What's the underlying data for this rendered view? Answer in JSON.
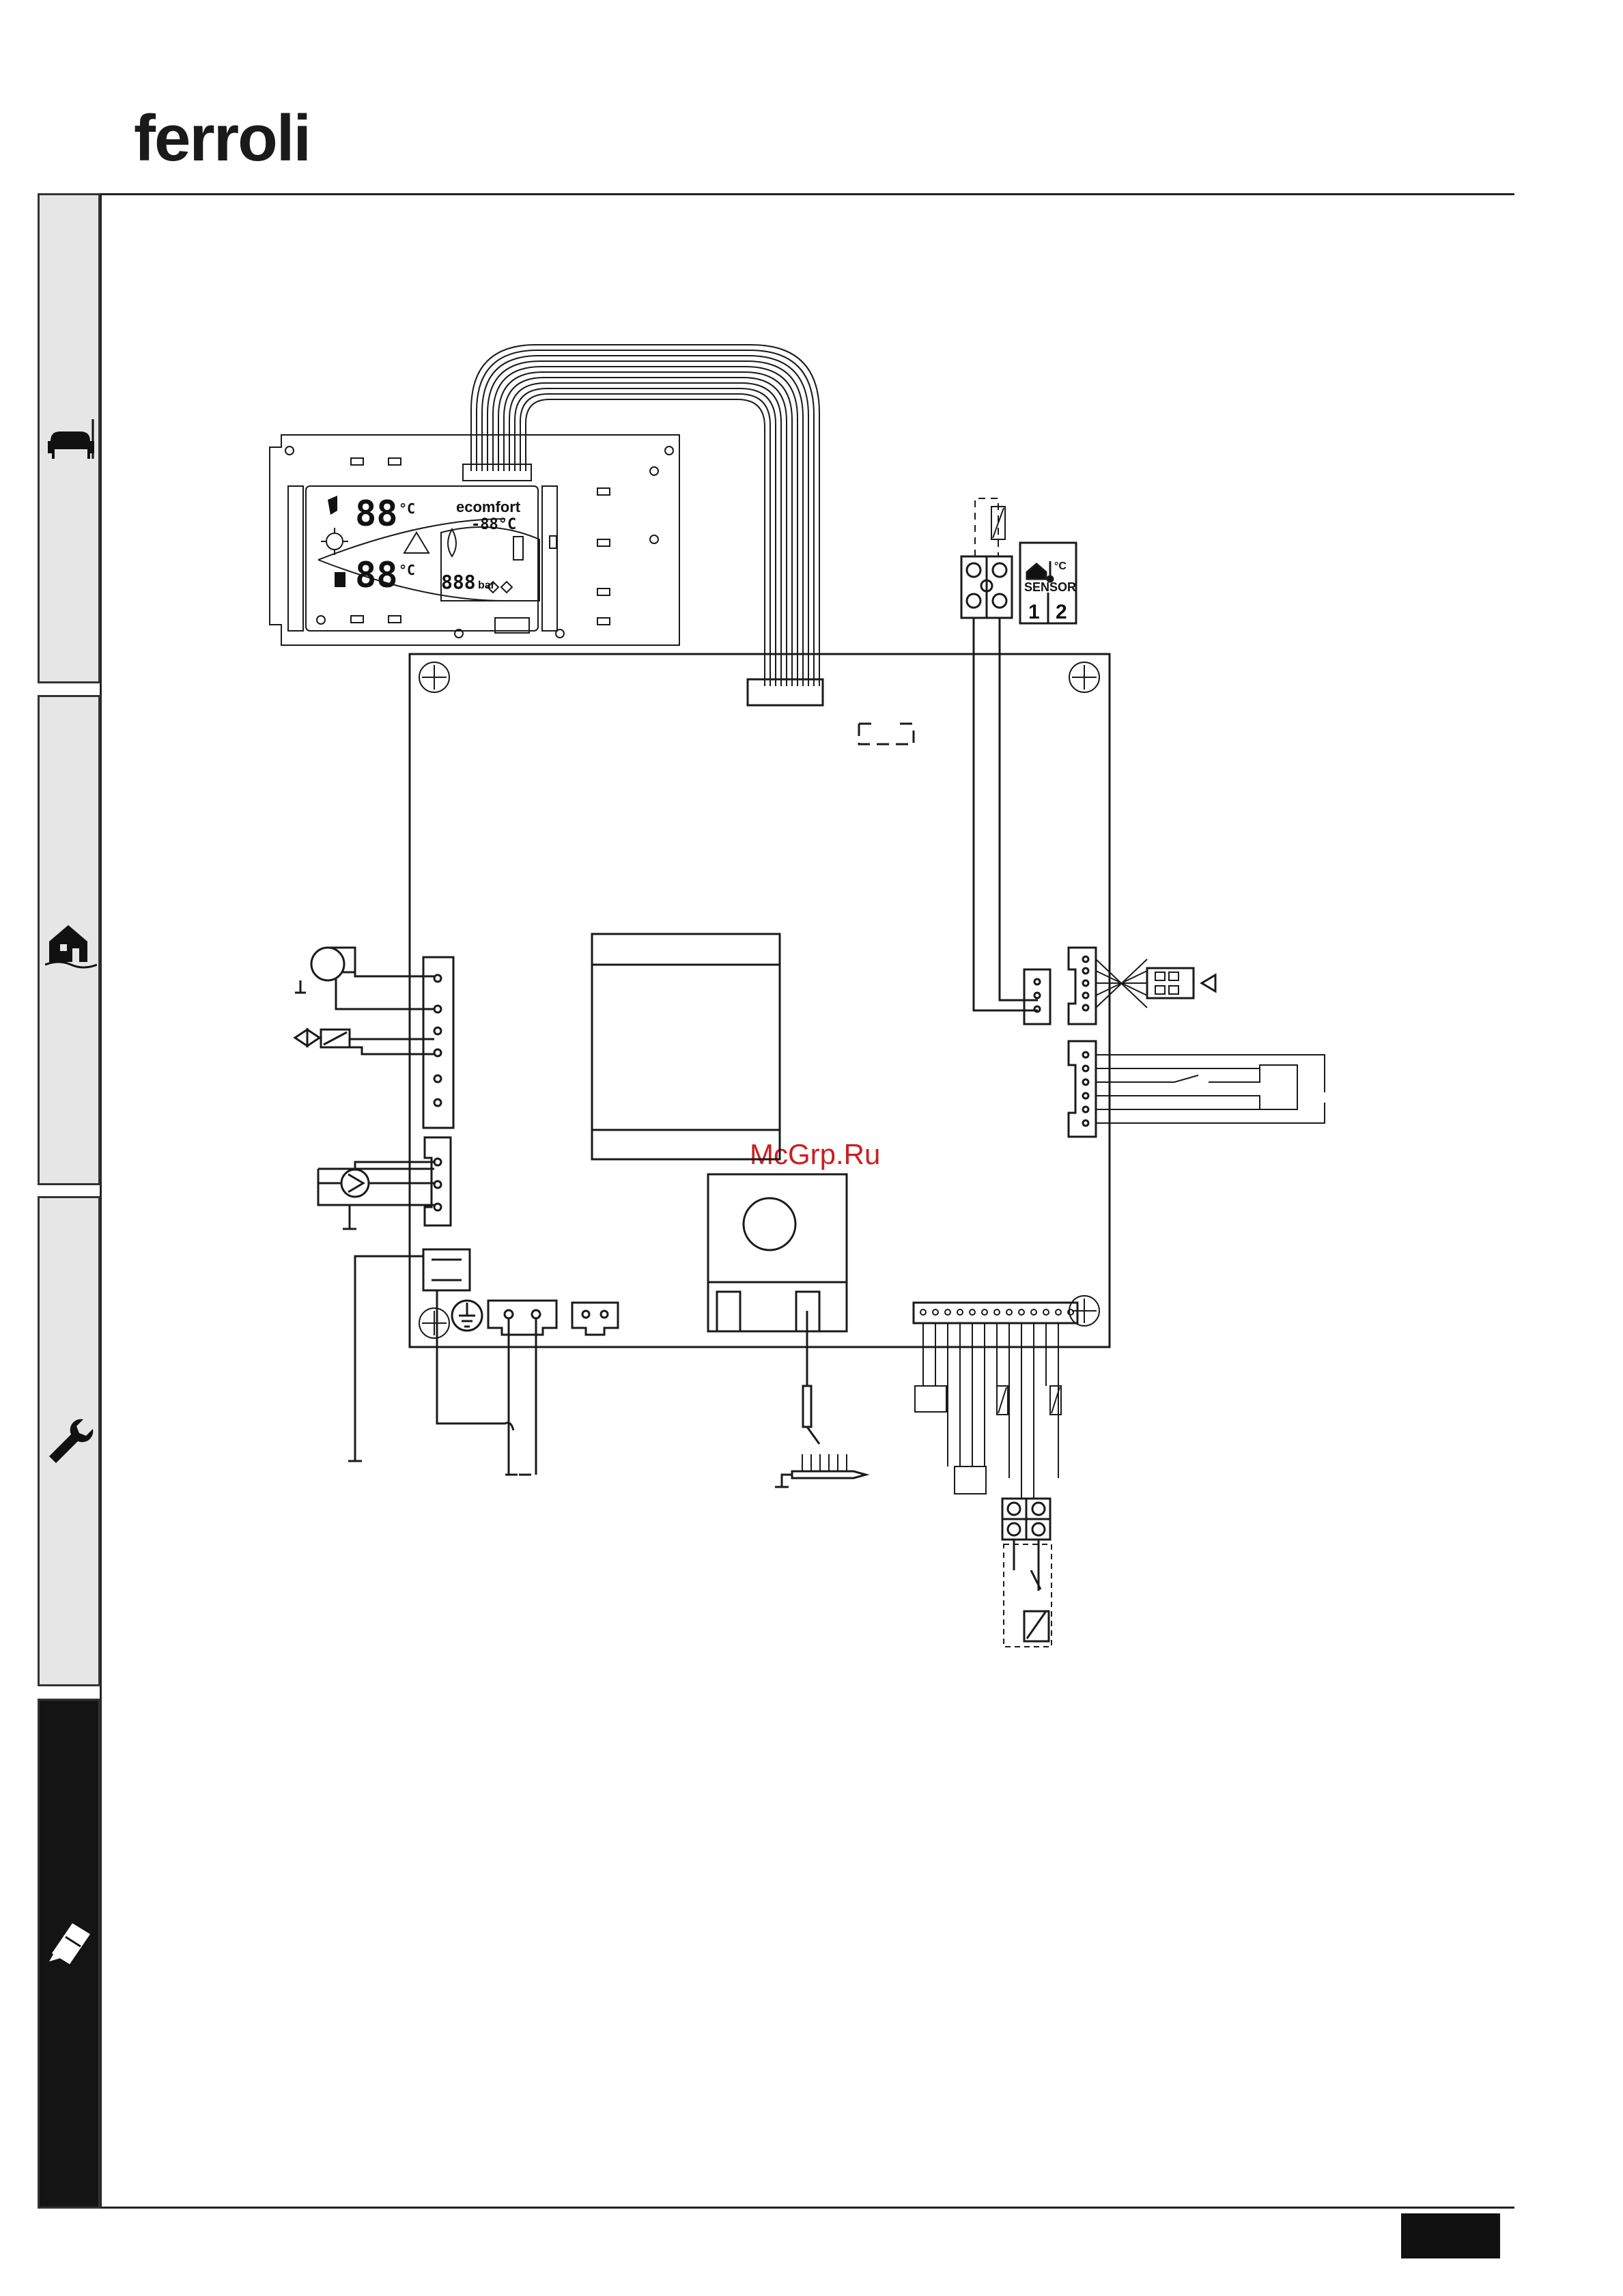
{
  "brand": "ferroli",
  "watermark": "McGrp.Ru",
  "display": {
    "top_digits": "88",
    "bottom_digits": "88",
    "unit_celsius": "°C",
    "brand_text": "ecomfort",
    "small_temp": "-88°C",
    "pressure_digits": "888",
    "pressure_unit": "bar"
  },
  "sensor": {
    "label": "SENSOR",
    "unit": "°C",
    "terminal_1": "1",
    "terminal_2": "2"
  },
  "tabs": [
    {
      "icon": "armchair-icon",
      "active": false
    },
    {
      "icon": "house-icon",
      "active": false
    },
    {
      "icon": "wrench-icon",
      "active": false
    },
    {
      "icon": "clipboard-icon",
      "active": true
    }
  ],
  "colors": {
    "line": "#1a1a1a",
    "tab_bg": "#e6e6e6",
    "tab_active": "#141414",
    "watermark": "#cc1f1f"
  }
}
